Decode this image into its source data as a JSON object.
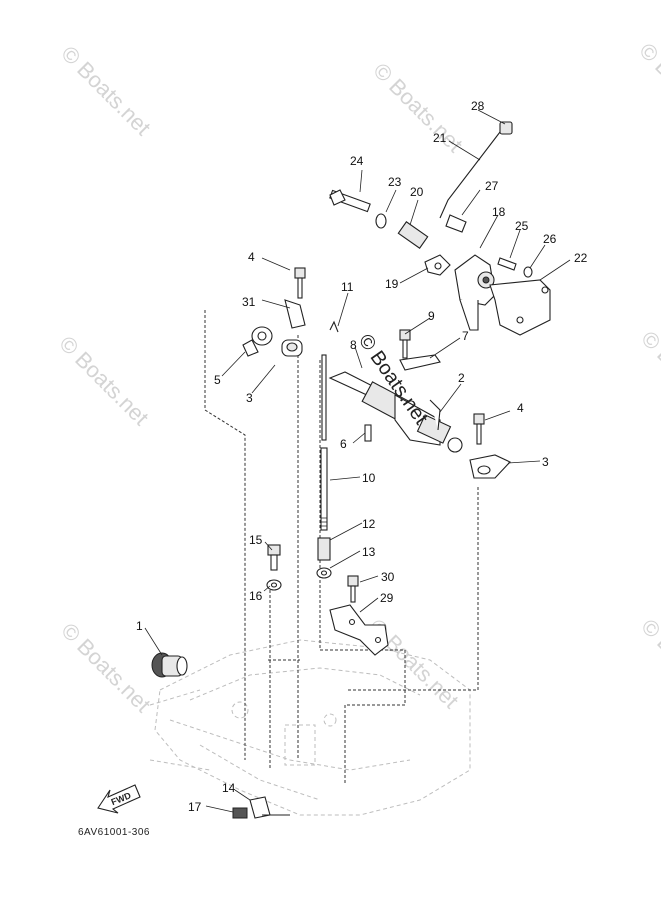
{
  "watermarks": {
    "text": "© Boats.net",
    "center_text": "© Boats.net"
  },
  "diagram_code": "6AV61001-306",
  "fwd_label": "FWD",
  "callouts": [
    "1",
    "2",
    "3",
    "3",
    "4",
    "4",
    "5",
    "6",
    "7",
    "8",
    "9",
    "10",
    "11",
    "12",
    "13",
    "14",
    "15",
    "16",
    "17",
    "18",
    "19",
    "20",
    "21",
    "22",
    "23",
    "24",
    "25",
    "26",
    "27",
    "28",
    "29",
    "30",
    "31"
  ]
}
